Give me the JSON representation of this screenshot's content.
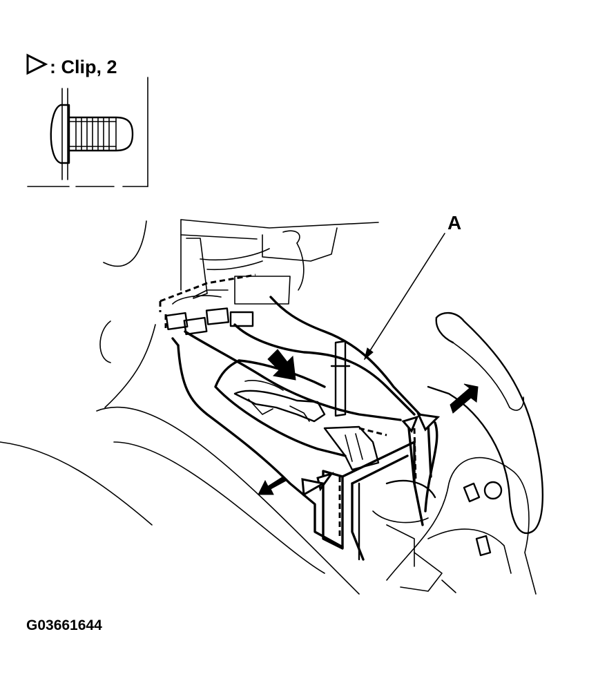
{
  "legend": {
    "symbol": "clip-triangle-icon",
    "text": ": Clip, 2"
  },
  "callouts": {
    "a": "A"
  },
  "figure_id": "G03661644",
  "colors": {
    "ink": "#000000",
    "paper": "#ffffff"
  }
}
